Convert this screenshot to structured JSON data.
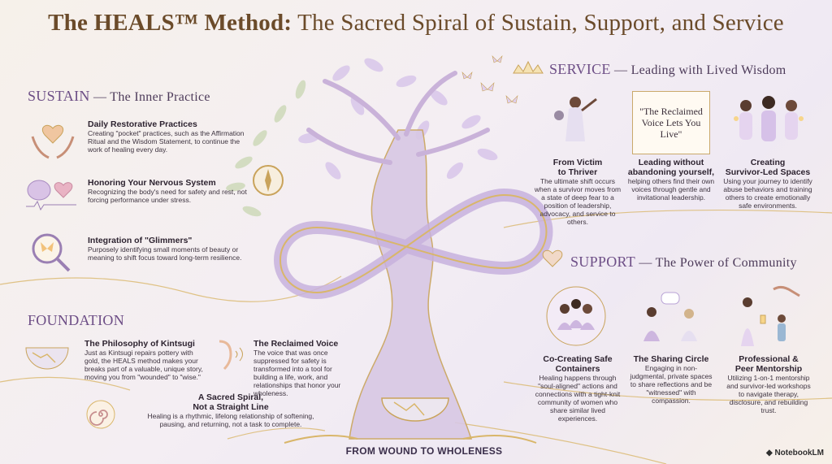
{
  "title": {
    "main": "The HEALS™ Method:",
    "rest": " The Sacred Spiral of Sustain, Support, and Service"
  },
  "sustain": {
    "header": "SUSTAIN",
    "subtitle": " — The Inner Practice",
    "items": [
      {
        "title": "Daily Restorative Practices",
        "desc": "Creating \"pocket\" practices, such as the Affirmation Ritual and the Wisdom Statement, to continue the work of healing every day."
      },
      {
        "title": "Honoring Your Nervous System",
        "desc": "Recognizing the body's need for safety and rest, not forcing performance under stress."
      },
      {
        "title": "Integration of \"Glimmers\"",
        "desc": "Purposely identifying small moments of beauty or meaning to shift focus toward long-term resilience."
      }
    ]
  },
  "foundation": {
    "header": "FOUNDATION",
    "kintsugi": {
      "title": "The Philosophy of Kintsugi",
      "desc": "Just as Kintsugi repairs pottery with gold, the HEALS method makes your breaks part of a valuable, unique story, moving you from \"wounded\" to \"wise.\""
    },
    "voice": {
      "title": "The Reclaimed Voice",
      "desc": "The voice that was once suppressed for safety is transformed into a tool for building a life, work, and relationships that honor your wholeness."
    },
    "spiral": {
      "title_line1": "A Sacred Spiral,",
      "title_line2": "Not a Straight Line",
      "desc": "Healing is a rhythmic, lifelong relationship of softening, pausing, and returning, not a task to complete."
    }
  },
  "service": {
    "header": "SERVICE",
    "subtitle": " — Leading with Lived Wisdom",
    "quote": "\"The Reclaimed Voice Lets You Live\"",
    "items": [
      {
        "title_line1": "From Victim",
        "title_line2": "to Thriver",
        "desc": "The ultimate shift occurs when a survivor moves from a state of deep fear to a position of leadership, advocacy, and service to others."
      },
      {
        "title_line1": "Leading without",
        "title_line2": "abandoning yourself,",
        "desc": "helping others find their own voices through gentle and invitational leadership."
      },
      {
        "title_line1": "Creating",
        "title_line2": "Survivor-Led Spaces",
        "desc": "Using your journey to identify abuse behaviors and training others to create emotionally safe environments."
      }
    ]
  },
  "support": {
    "header": "SUPPORT",
    "subtitle": " — The Power of Community",
    "items": [
      {
        "title_line1": "Co-Creating Safe",
        "title_line2": "Containers",
        "desc": "Healing happens through \"soul-aligned\" actions and connections with a tight-knit community of women who share similar lived experiences."
      },
      {
        "title_line1": "The Sharing Circle",
        "title_line2": "",
        "desc": "Engaging in non-judgmental, private spaces to share reflections and be \"witnessed\" with compassion."
      },
      {
        "title_line1": "Professional &",
        "title_line2": "Peer Mentorship",
        "desc": "Utilizing 1-on-1 mentorship and survivor-led workshops to navigate therapy, disclosure, and rebuilding trust."
      }
    ]
  },
  "footer": "FROM WOUND TO WHOLENESS",
  "brand": "NotebookLM",
  "colors": {
    "gold": "#c9a35b",
    "lavender": "#b9a3d6",
    "title_brown": "#6b4b2a",
    "header_purple": "#6d4e86"
  }
}
